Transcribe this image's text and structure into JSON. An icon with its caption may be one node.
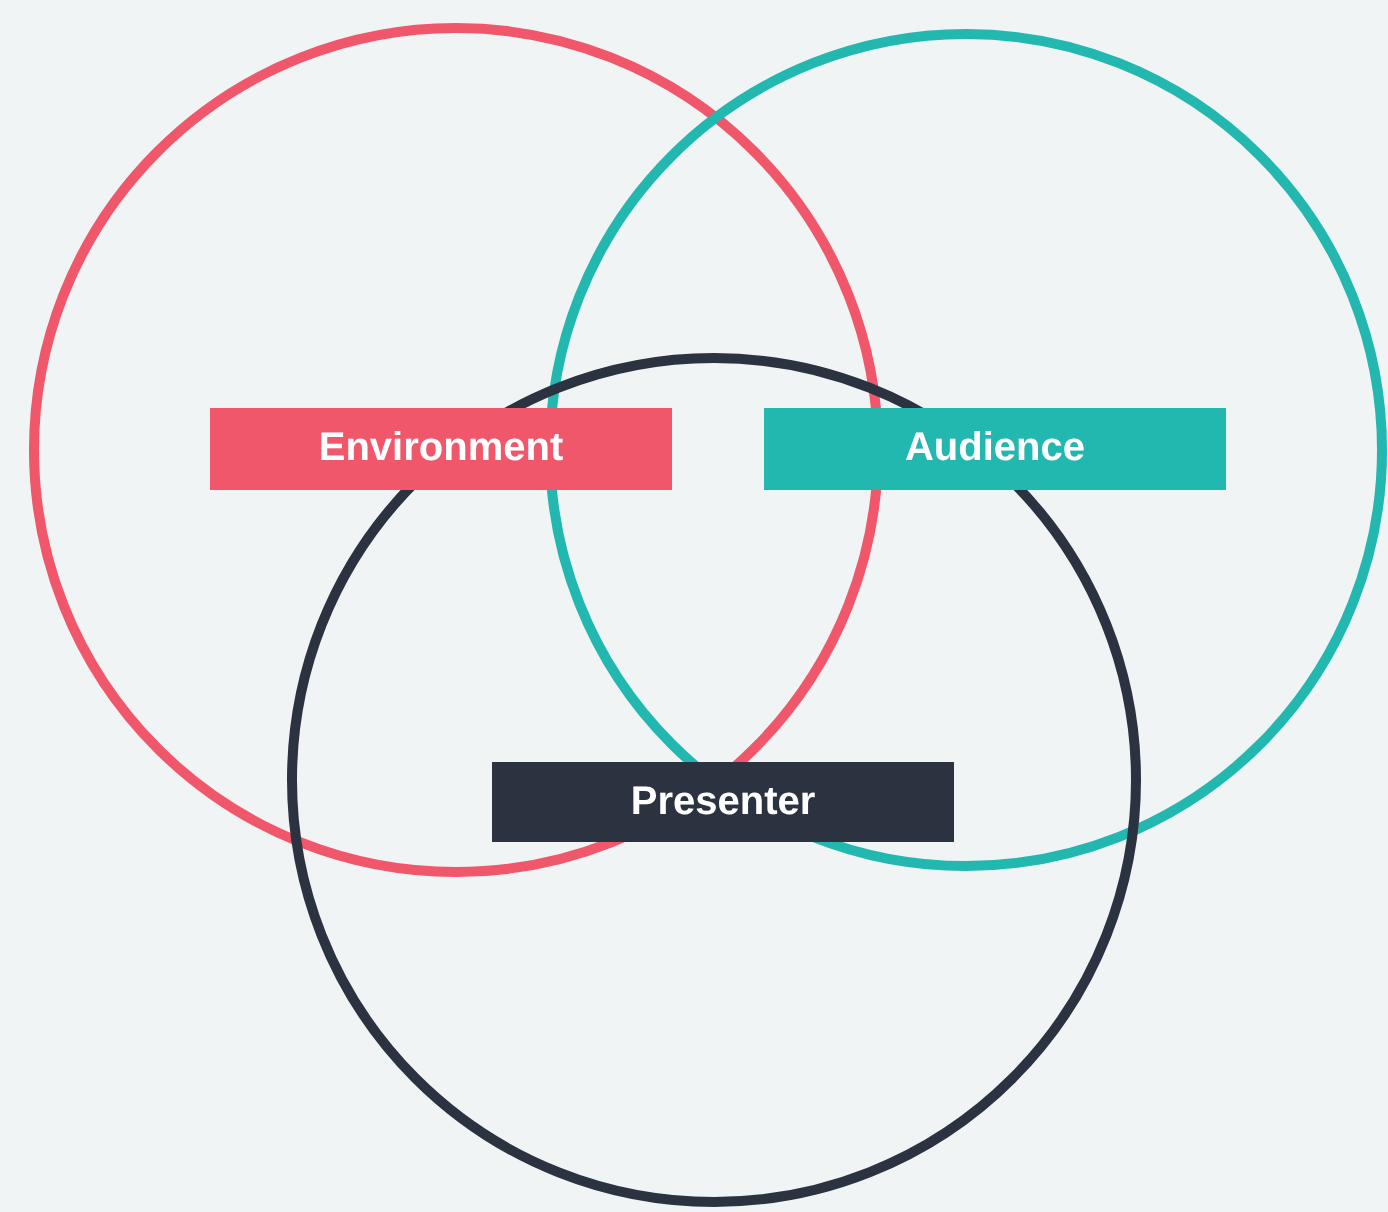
{
  "diagram": {
    "nodes": [
      {
        "text": [
          "Environment"
        ]
      },
      {
        "text": [
          "Audience"
        ]
      },
      {
        "text": [
          "Presenter"
        ]
      }
    ]
  }
}
